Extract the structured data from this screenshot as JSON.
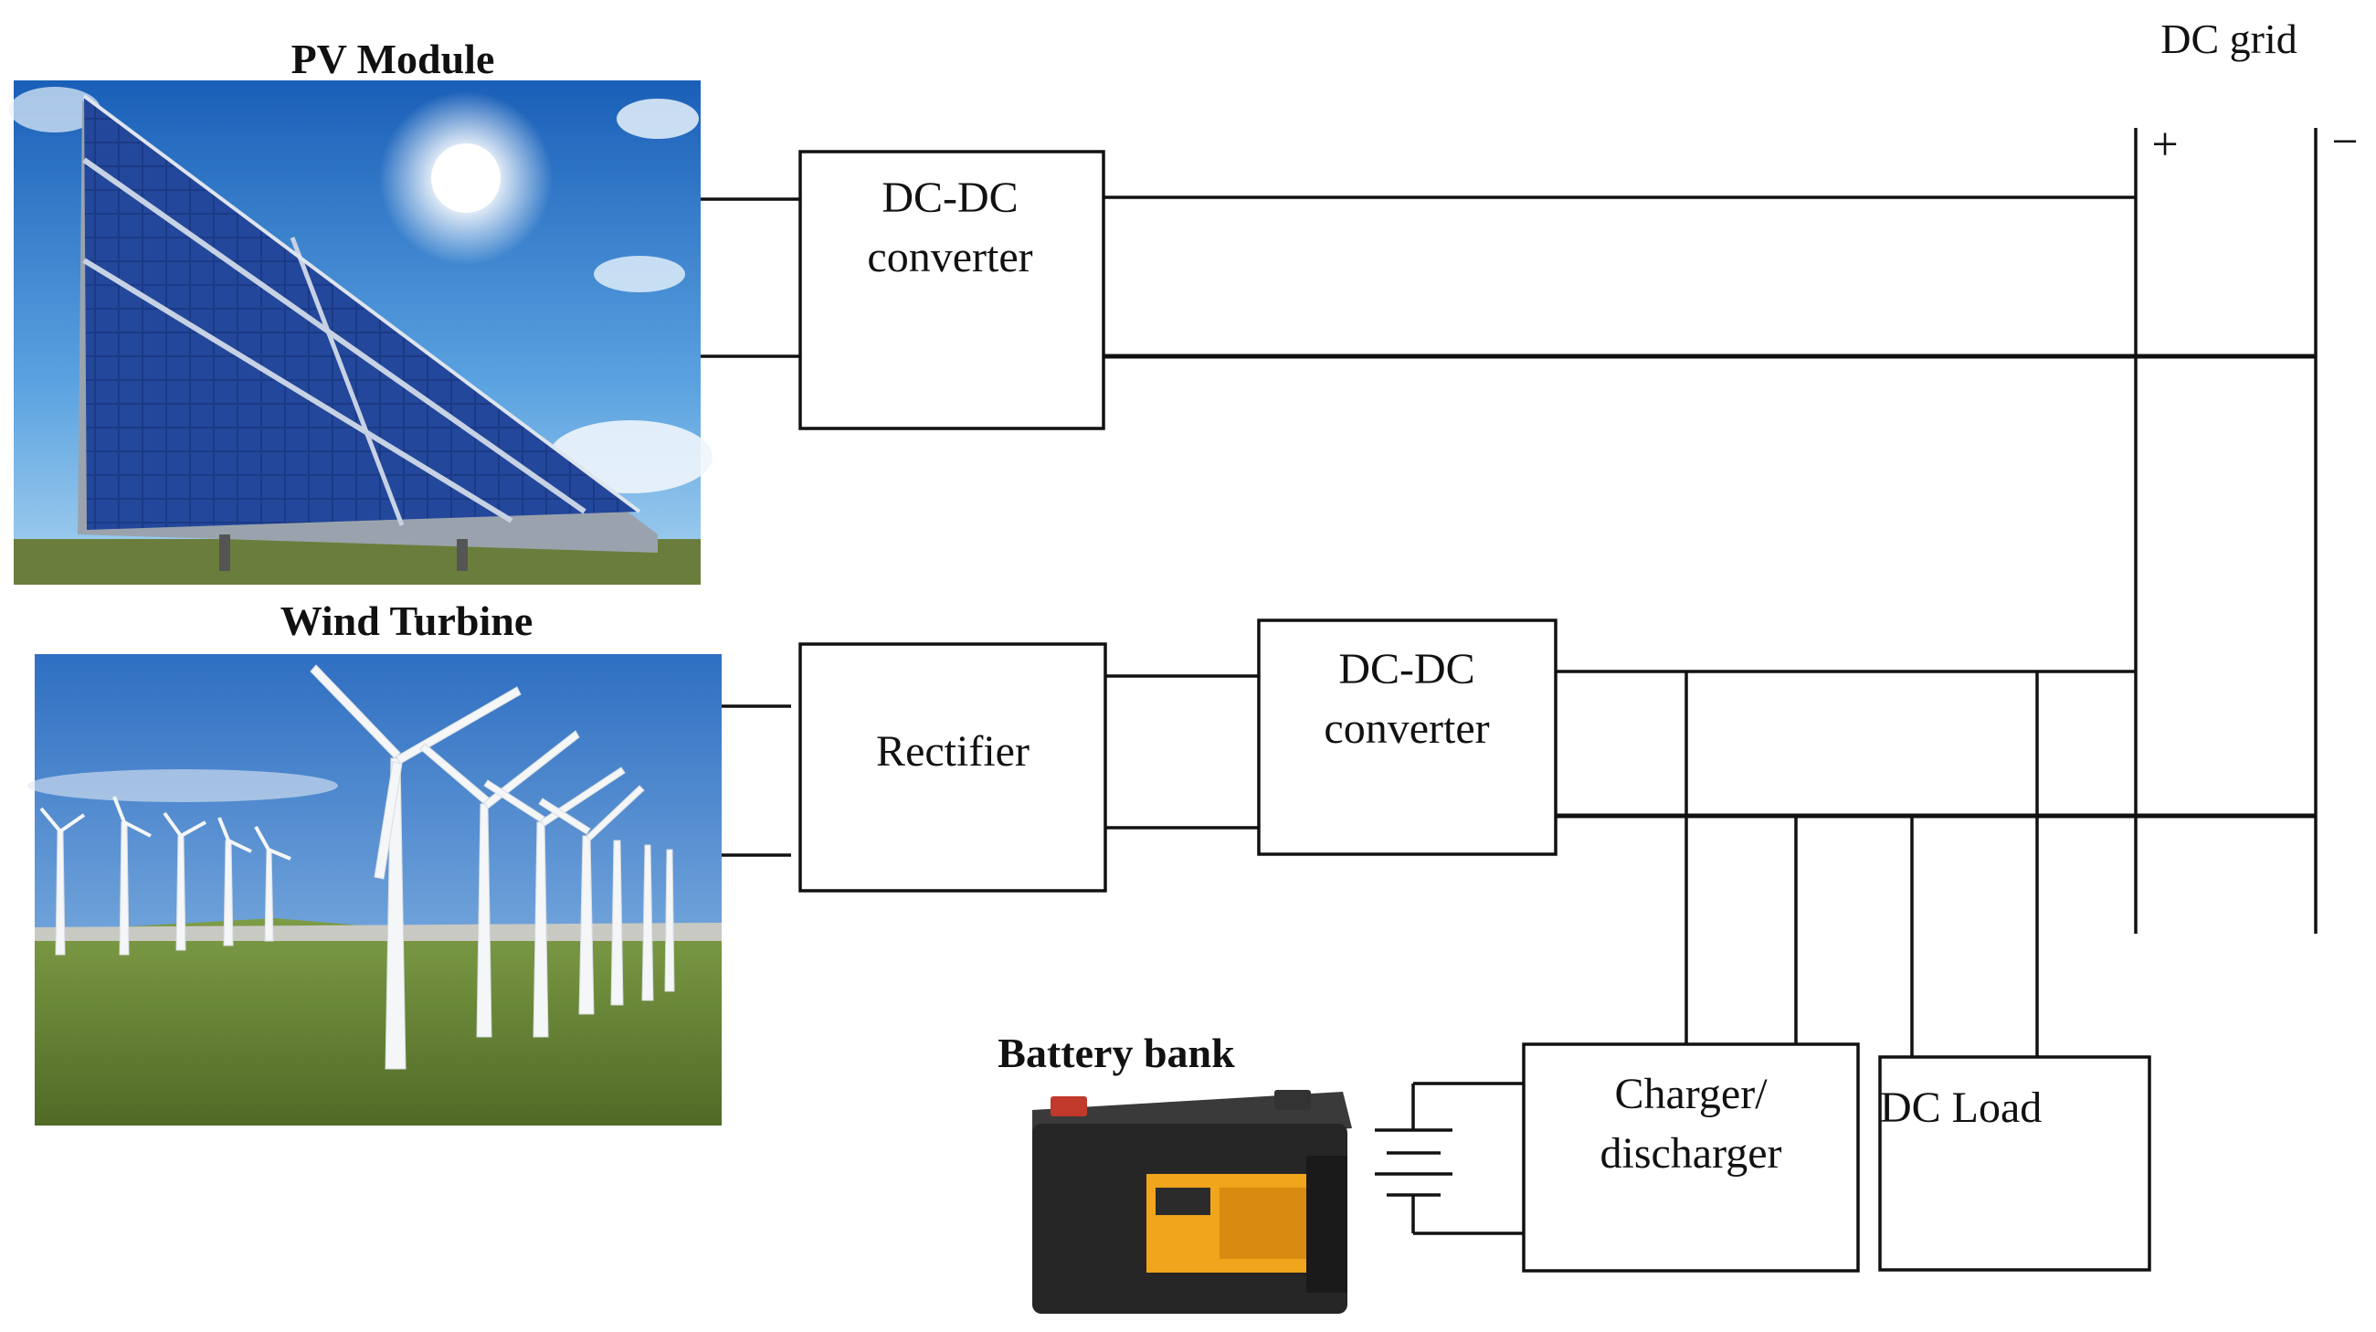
{
  "pv": {
    "title": "PV Module"
  },
  "wind": {
    "title": "Wind Turbine"
  },
  "battery": {
    "title": "Battery bank"
  },
  "grid": {
    "title": "DC grid",
    "plus": "+",
    "minus": "−"
  },
  "blocks": {
    "pv_converter": {
      "line1": "DC-DC",
      "line2": "converter"
    },
    "rectifier": {
      "label": "Rectifier"
    },
    "wind_converter": {
      "line1": "DC-DC",
      "line2": "converter"
    },
    "charger": {
      "line1": "Charger/",
      "line2": "discharger"
    },
    "load": {
      "label": "DC Load"
    }
  },
  "colors": {
    "sky_top": "#1f6fc4",
    "sky_bottom": "#8cc3ee",
    "panel_blue": "#1d3c8c",
    "grass": "#6f8f3a",
    "battery_body": "#2a2a2a",
    "battery_label": "#f0a51c"
  }
}
